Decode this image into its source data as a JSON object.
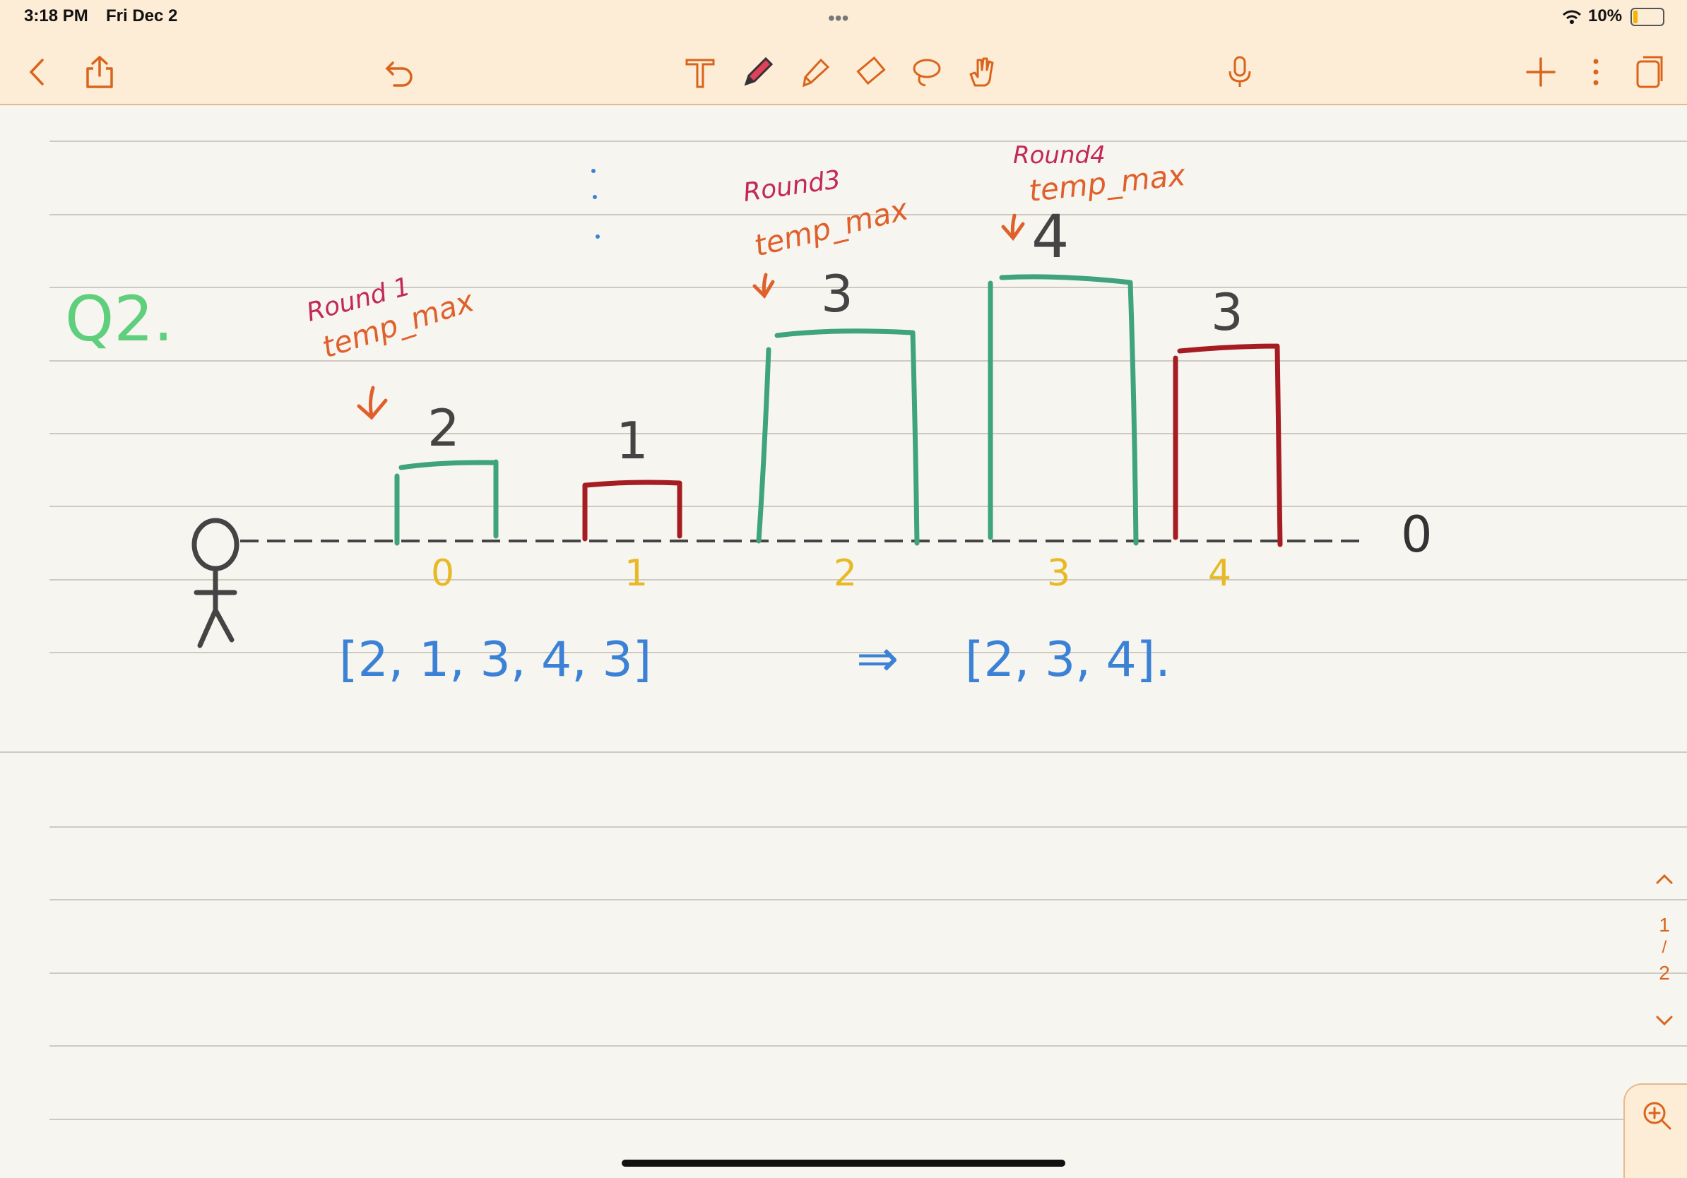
{
  "status_bar": {
    "time": "3:18 PM",
    "date": "Fri Dec 2",
    "battery": "10%"
  },
  "toolbar": {
    "left": [
      "back-icon",
      "share-icon",
      "undo-icon"
    ],
    "center": [
      "text-tool-icon",
      "pen-tool-icon",
      "highlighter-tool-icon",
      "eraser-tool-icon",
      "lasso-tool-icon",
      "hand-tool-icon"
    ],
    "mic": "microphone-icon",
    "right": [
      "add-page-icon",
      "more-icon",
      "pages-icon"
    ]
  },
  "note": {
    "heading": "Q2.",
    "annotations": {
      "round1": "Round 1",
      "temp1": "temp_max",
      "round3": "Round3",
      "temp3": "temp_max",
      "round4": "Round4",
      "temp4": "temp_max"
    },
    "bars": [
      {
        "value": "2",
        "index": "0",
        "color": "#3fa37e"
      },
      {
        "value": "1",
        "index": "1",
        "color": "#a51d22"
      },
      {
        "value": "3",
        "index": "2",
        "color": "#3fa37e"
      },
      {
        "value": "4",
        "index": "3",
        "color": "#3fa37e"
      },
      {
        "value": "3",
        "index": "4",
        "color": "#a51d22"
      }
    ],
    "end_label": "0",
    "input_array": "[2, 1, 3, 4, 3]",
    "arrow": "⇒",
    "output_array": "[2, 3, 4]."
  },
  "pager": {
    "up": "chevron-up-icon",
    "current": "1",
    "separator": "/",
    "total": "2",
    "down": "chevron-down-icon"
  },
  "zoom": {
    "icon": "zoom-in-icon"
  },
  "colors": {
    "accent": "#d9651c",
    "green": "#3fa37e",
    "red": "#a51d22",
    "blue": "#3b82d6",
    "yellow": "#e8b927",
    "pink": "#c2285a"
  }
}
